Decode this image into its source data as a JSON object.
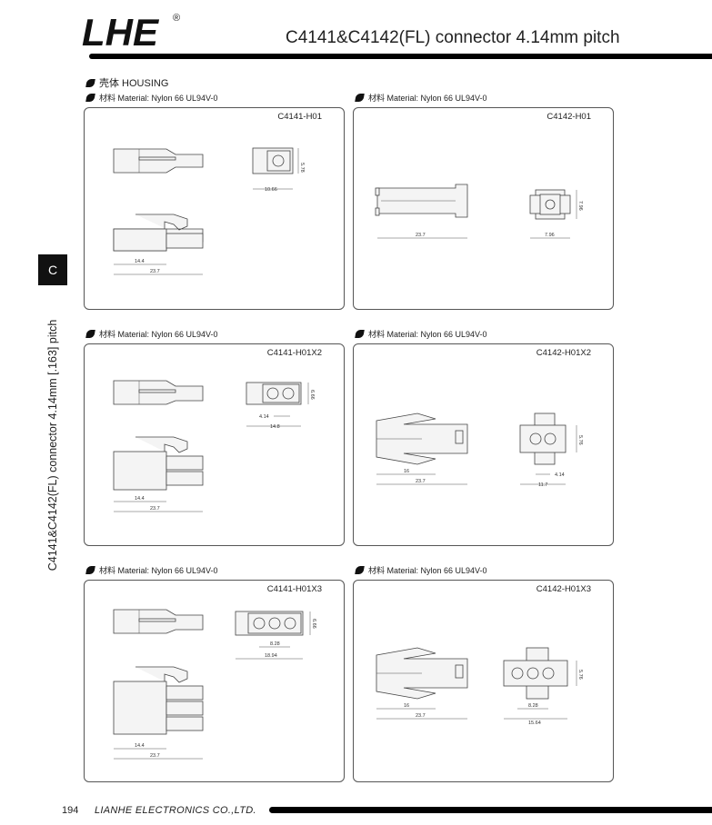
{
  "header": {
    "logo": "LHE",
    "registered": "®",
    "title": "C4141&C4142(FL) connector 4.14mm pitch"
  },
  "section": {
    "title": "壳体 HOUSING"
  },
  "material": "材料 Material:  Nylon 66 UL94V-0",
  "side_tab": {
    "letter": "C",
    "vertical_title": "C4141&C4142(FL) connector 4.14mm [.163] pitch"
  },
  "panels": [
    {
      "code": "C4141-H01",
      "dims": [
        "5.78",
        "10.66",
        "14.4",
        "23.7"
      ]
    },
    {
      "code": "C4142-H01",
      "dims": [
        "7.96",
        "23.7",
        "7.96"
      ]
    },
    {
      "code": "C4141-H01X2",
      "dims": [
        "6.66",
        "4.14",
        "14.8",
        "14.4",
        "23.7"
      ]
    },
    {
      "code": "C4142-H01X2",
      "dims": [
        "5.76",
        "16",
        "23.7",
        "4.14",
        "11.7"
      ]
    },
    {
      "code": "C4141-H01X3",
      "dims": [
        "6.66",
        "8.28",
        "18.94",
        "14.4",
        "23.7"
      ]
    },
    {
      "code": "C4142-H01X3",
      "dims": [
        "5.76",
        "16",
        "23.7",
        "8.28",
        "15.64"
      ]
    }
  ],
  "footer": {
    "page": "194",
    "company": "LIANHE ELECTRONICS CO.,LTD."
  }
}
